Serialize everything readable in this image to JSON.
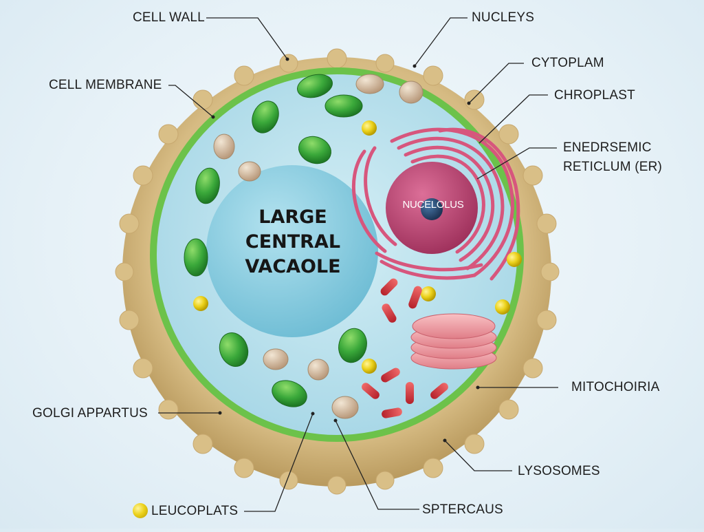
{
  "labels": {
    "cell_wall": "CELL WALL",
    "nucleus": "NUCLEYS",
    "cytoplasm": "CYTOPLAM",
    "cell_membrane": "CELL MEMBRANE",
    "chloroplast": "CHROPLAST",
    "er_line1": "ENEDRSEMIC",
    "er_line2": "RETICLUM (ER)",
    "mitochondria": "MITOCHOIRIA",
    "golgi": "GOLGI APPARTUS",
    "lysosomes": "LYSOSOMES",
    "leucoplasts": "LEUCOPLATS",
    "spercaus": "SPTERCAUS"
  },
  "vacuole_label": "LARGE\nCENTRAL\nVACAOLE",
  "nucleolus_label": "NUCELOLUS",
  "colors": {
    "cell_wall": "#d9c08a",
    "membrane": "#6cc24a",
    "cytoplasm": "#bfe3ee",
    "vacuole": "#8fd0e2",
    "nucleus": "#c24a78",
    "nucleolus": "#2e4f7a",
    "er": "#d7567d",
    "chloroplast": "#3aa83a",
    "mitochondria": "#d9303a",
    "golgi": "#ef9aa2",
    "leucoplast": "#ecd21c",
    "lysosome": "#d7bfa5"
  }
}
